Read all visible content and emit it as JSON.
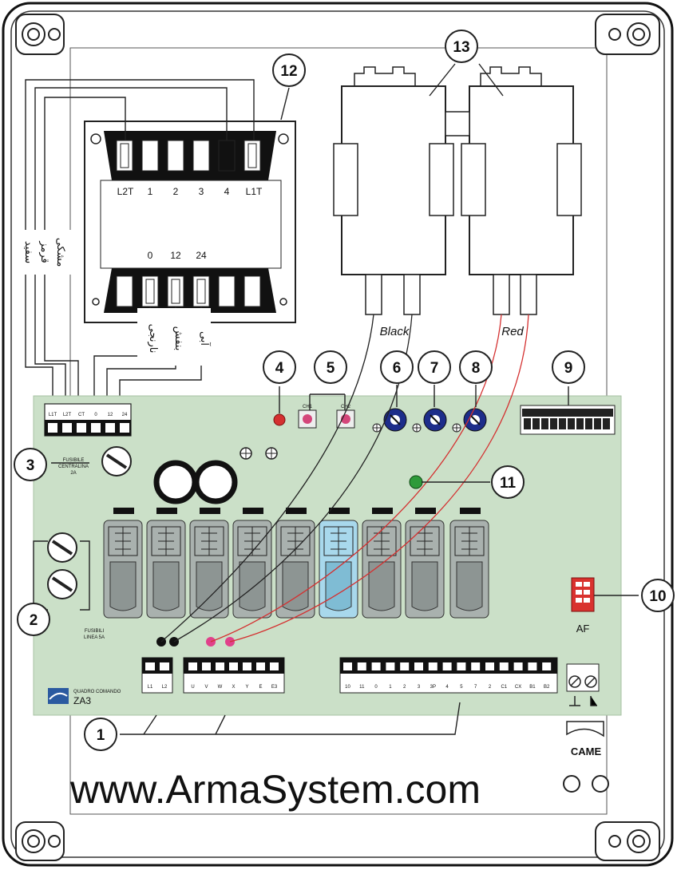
{
  "callouts": [
    "1",
    "2",
    "3",
    "4",
    "5",
    "6",
    "7",
    "8",
    "9",
    "10",
    "11",
    "12",
    "13"
  ],
  "transformer": {
    "top_terminals": [
      "L2T",
      "1",
      "2",
      "3",
      "4",
      "L1T"
    ],
    "bottom_terminals": [
      "0",
      "12",
      "24"
    ],
    "persian_wires_left": [
      "سفید",
      "قرمز",
      "مشکی"
    ],
    "persian_wires_bottom": [
      "نارنجی",
      "بنفش",
      "آبی"
    ]
  },
  "capacitor_labels": [
    "Black",
    "Red"
  ],
  "board": {
    "input_terminals": [
      "L1T",
      "L2T",
      "CT",
      "0",
      "12",
      "24"
    ],
    "fuse_central": [
      "FUSIBILE",
      "CENTRALINA",
      "2A"
    ],
    "fuse_line": [
      "FUSIBILI",
      "LINEA 5A"
    ],
    "buttons": [
      "CH1",
      "CH2"
    ],
    "af_label": "AF",
    "model_small": "QUADRO COMANDO",
    "model": "ZA3",
    "terminals_power": [
      "L1",
      "L2"
    ],
    "terminals_motor": [
      "U",
      "V",
      "W",
      "X",
      "Y",
      "E",
      "E3"
    ],
    "terminals_control": [
      "10",
      "11",
      "0",
      "1",
      "2",
      "3",
      "3P",
      "4",
      "5",
      "7",
      "2",
      "C1",
      "CX",
      "B1",
      "B2"
    ]
  },
  "brand": "CAME",
  "watermark": "www.ArmaSystem.com"
}
